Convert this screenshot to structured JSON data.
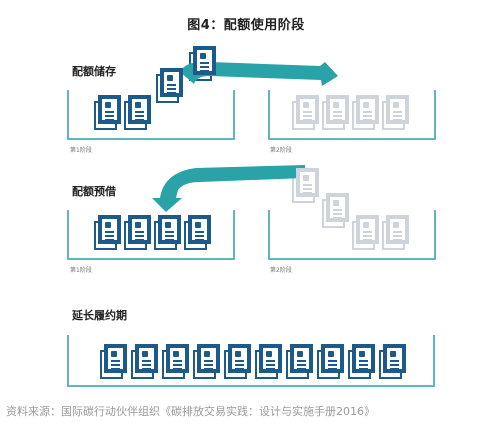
{
  "title": "图4：配额使用阶段",
  "sections": [
    {
      "label": "配额储存",
      "phase_left": "第1阶段",
      "phase_right": "第2阶段"
    },
    {
      "label": "配额预借",
      "phase_left": "第1阶段",
      "phase_right": "第2阶段"
    },
    {
      "label": "延长履约期"
    }
  ],
  "footer": "资料来源：国际碳行动伙伴组织《碳排放交易实践：设计与实施手册2016》",
  "colors": {
    "accent": "#62b5bd",
    "doc": "#1c5a8c",
    "ghost": "#cfd3dc",
    "arrow": "#2aa3a8"
  }
}
